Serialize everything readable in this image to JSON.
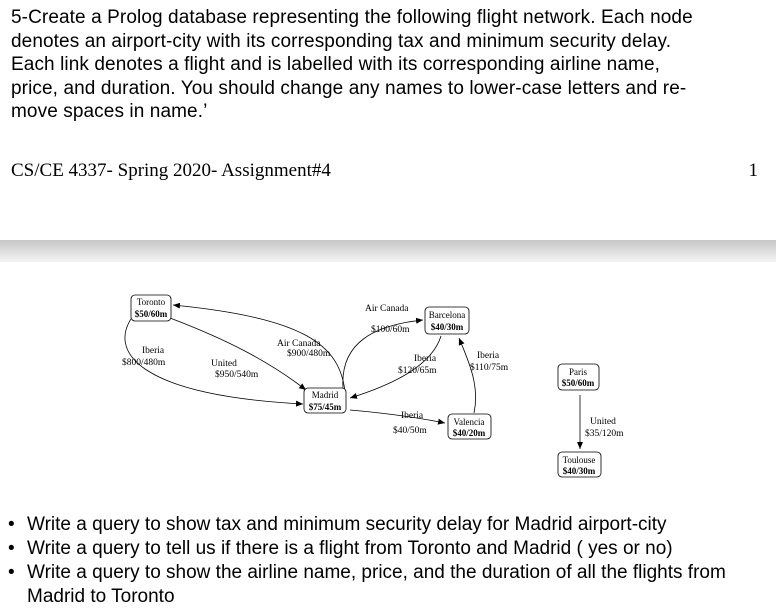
{
  "question": {
    "lines": [
      "5-Create a Prolog database representing the following flight network. Each node",
      "denotes an airport-city with its corresponding tax and minimum security delay.",
      "Each link denotes a flight and is labelled with its corresponding airline name,",
      "price, and duration. You should change any names to lower-case letters and re-",
      "move spaces in name.’"
    ]
  },
  "header": {
    "course": "CS/CE 4337- Spring 2020- Assignment#4",
    "page_number": "1"
  },
  "diagram": {
    "nodes": {
      "toronto": {
        "name": "Toronto",
        "info": "$50/60m"
      },
      "barcelona": {
        "name": "Barcelona",
        "info": "$40/30m"
      },
      "madrid": {
        "name": "Madrid",
        "info": "$75/45m"
      },
      "valencia": {
        "name": "Valencia",
        "info": "$40/20m"
      },
      "paris": {
        "name": "Paris",
        "info": "$50/60m"
      },
      "toulouse": {
        "name": "Toulouse",
        "info": "$40/30m"
      }
    },
    "edge_labels": {
      "iberia_tm_airline": "Iberia",
      "iberia_tm_info": "$800/480m",
      "united_tm_airline": "United",
      "united_tm_info": "$950/540m",
      "aircanada_mt_airline": "Air Canada",
      "aircanada_mt_info": "$900/480m",
      "aircanada_mb_airline": "Air Canada",
      "aircanada_mb_info": "$100/60m",
      "iberia_bm_airline": "Iberia",
      "iberia_bm_info": "$120/65m",
      "iberia_vb_airline": "Iberia",
      "iberia_vb_info": "$110/75m",
      "iberia_mv_airline": "Iberia",
      "iberia_mv_info": "$40/50m",
      "united_pt_airline": "United",
      "united_pt_info": "$35/120m"
    }
  },
  "bullets": [
    "Write a query to show tax and minimum security delay for Madrid airport-city",
    "Write a query to tell us if there is a flight from Toronto and Madrid ( yes or no)",
    "Write a query to show the airline name, price, and the duration of all the flights from Madrid to Toronto"
  ],
  "bullet_symbol": "•"
}
